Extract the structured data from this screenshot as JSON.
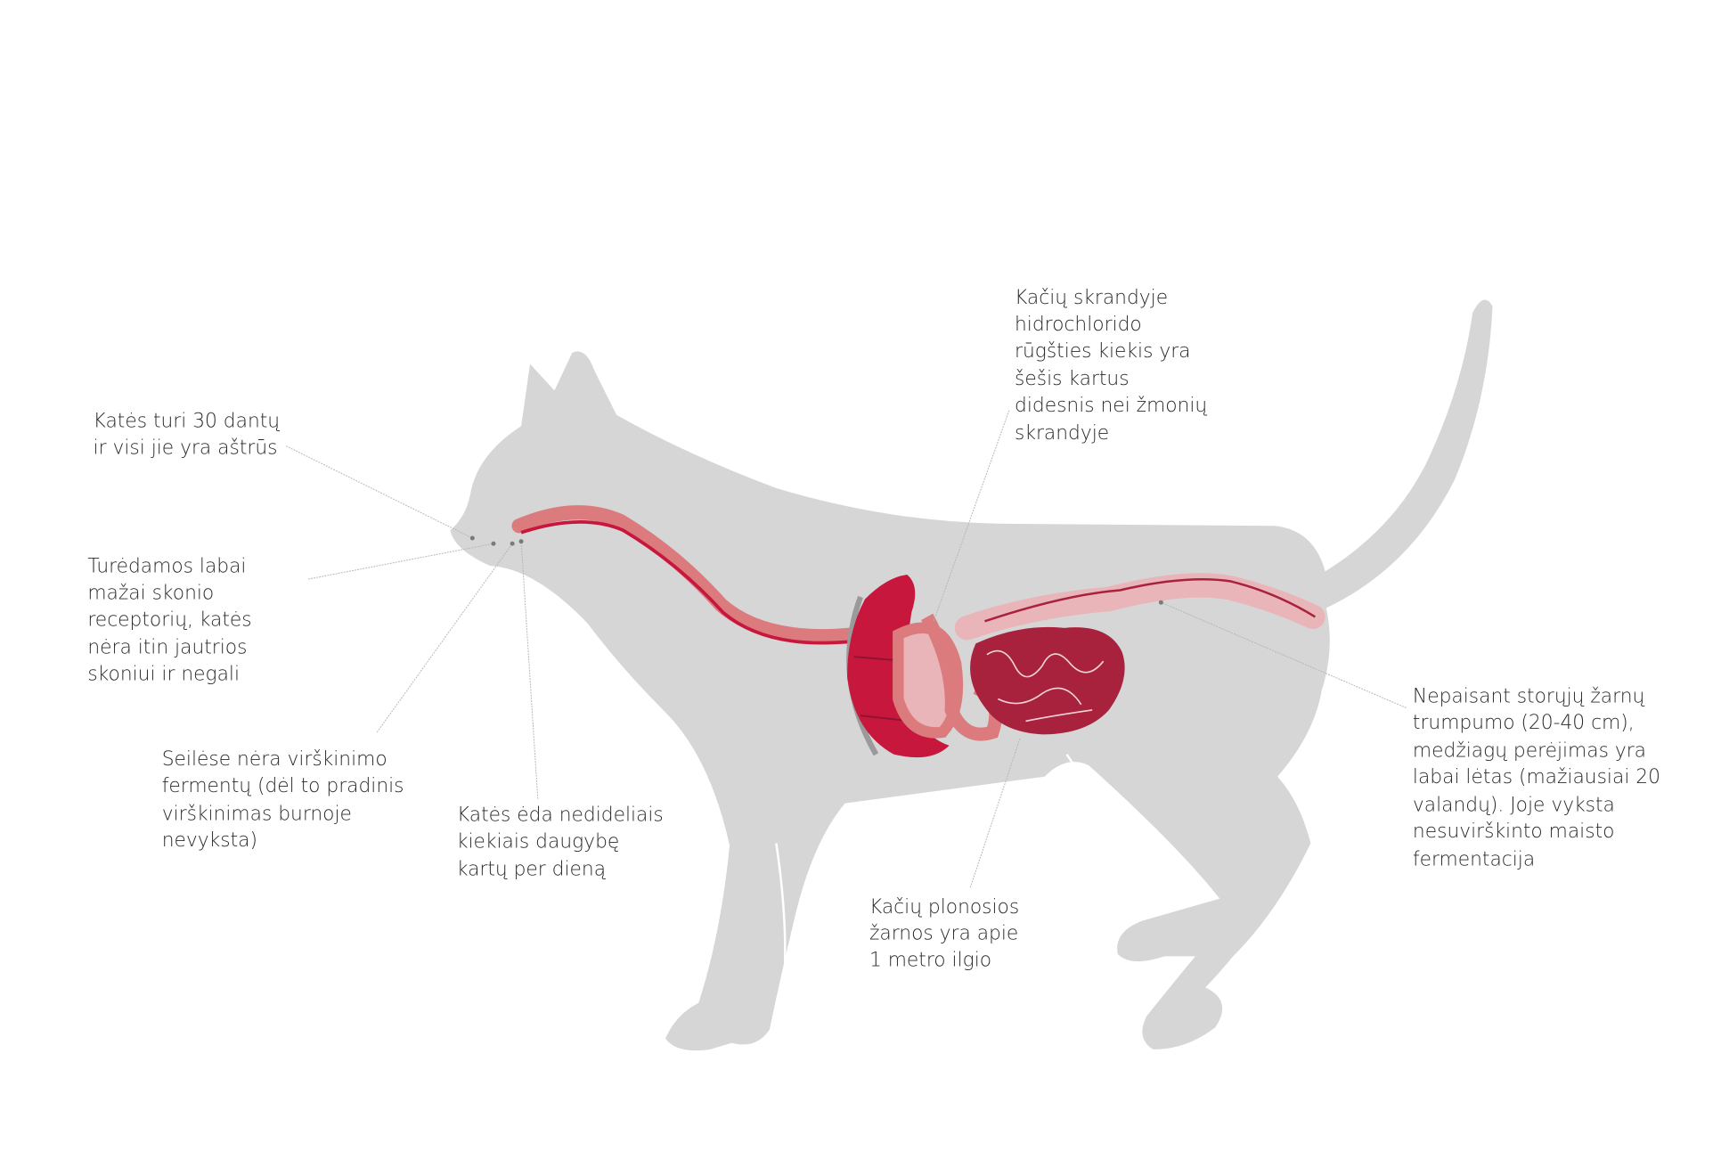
{
  "colors": {
    "body": "#d6d6d6",
    "organ_dark": "#a8223e",
    "organ_red": "#c8173d",
    "organ_mid": "#dc7b7d",
    "organ_light": "#e9b5b8",
    "text": "#2a2a2a"
  },
  "annotations": [
    {
      "id": "teeth",
      "lines": [
        "Katės turi 30 dantų",
        "ir visi jie yra aštrūs"
      ]
    },
    {
      "id": "taste",
      "lines": [
        "Turėdamos labai",
        "mažai skonio",
        "receptorių, katės",
        "nėra itin jautrios",
        "skoniui ir negali"
      ]
    },
    {
      "id": "saliva",
      "lines": [
        "Seilėse nėra virškinimo",
        "fermentų (dėl to pradinis",
        "virškinimas burnoje",
        "nevyksta)"
      ]
    },
    {
      "id": "eating",
      "lines": [
        "Katės ėda nedideliais",
        "kiekiais daugybę",
        "kartų per dieną"
      ]
    },
    {
      "id": "stomach",
      "lines": [
        "Kačių skrandyje",
        "hidrochlorido",
        "rūgšties kiekis yra",
        "šešis kartus",
        "didesnis nei žmonių",
        "skrandyje"
      ]
    },
    {
      "id": "small-intestine",
      "lines": [
        "Kačių plonosios",
        "žarnos yra apie",
        "1 metro ilgio"
      ]
    },
    {
      "id": "large-intestine",
      "lines": [
        "Nepaisant storųjų žarnų",
        "trumpumo (20-40 cm),",
        "medžiagų perėjimas yra",
        "labai lėtas (mažiausiai 20",
        "valandų). Joje vyksta",
        "nesuvirškinto maisto",
        "fermentacija"
      ]
    }
  ]
}
